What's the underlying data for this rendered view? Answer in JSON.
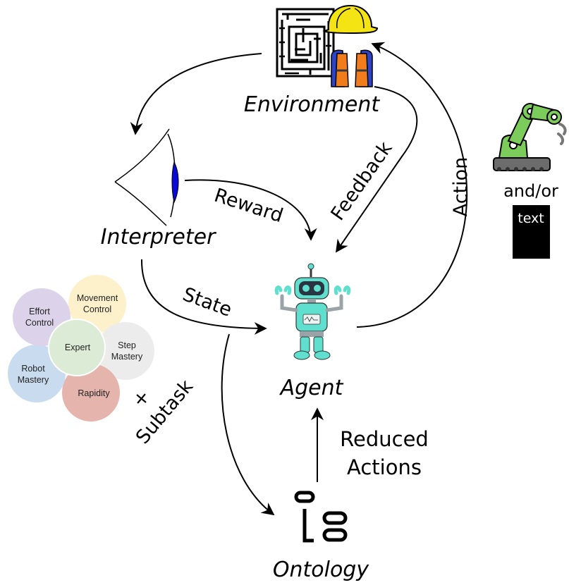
{
  "nodes": {
    "environment": "Environment",
    "interpreter": "Interpreter",
    "agent": "Agent",
    "ontology": "Ontology"
  },
  "edges": {
    "reward": "Reward",
    "feedback": "Feedback",
    "action": "Action",
    "state": "State",
    "subtask": "Subtask",
    "plus": "+",
    "reduced_actions_line1": "Reduced",
    "reduced_actions_line2": "Actions"
  },
  "side": {
    "and_or": "and/or",
    "text_box": "text"
  },
  "skills": {
    "center": "Expert",
    "petals": [
      {
        "line1": "Movement",
        "line2": "Control",
        "color": "#fdf1cc"
      },
      {
        "line1": "Step",
        "line2": "Mastery",
        "color": "#ececec"
      },
      {
        "line1": "Rapidity",
        "line2": "",
        "color": "#e5b5ad"
      },
      {
        "line1": "Robot",
        "line2": "Mastery",
        "color": "#c9dbef"
      },
      {
        "line1": "Effort",
        "line2": "Control",
        "color": "#dcd3ea"
      }
    ],
    "center_color": "#dcebd6"
  },
  "icons": [
    "maze-icon",
    "hard-hat-icon",
    "safety-vest-icon",
    "eye-icon",
    "robot-agent-icon",
    "robot-arm-icon",
    "ontology-icon"
  ]
}
